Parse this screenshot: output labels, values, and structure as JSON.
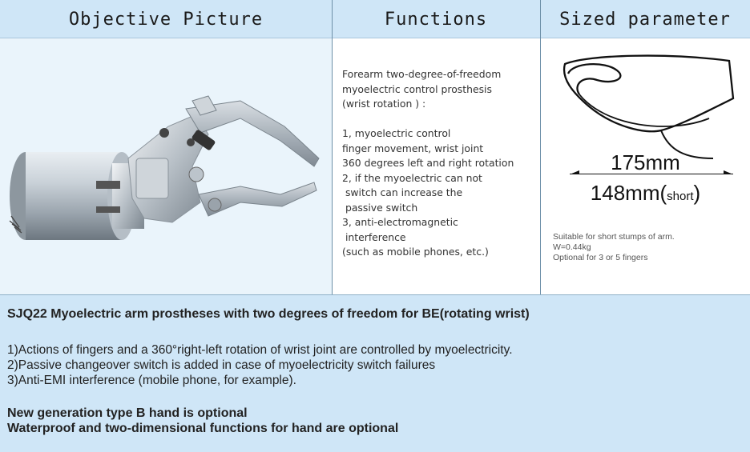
{
  "header": {
    "col1": "Objective Picture",
    "col2": "Functions",
    "col3": "Sized parameter"
  },
  "functions": {
    "text": "Forearm two-degree-of-freedom\nmyoelectric control prosthesis\n(wrist rotation ) :\n\n1, myoelectric control\nfinger movement, wrist joint\n360 degrees left and right rotation\n2, if the myoelectric can not\n switch can increase the\n passive switch\n3, anti-electromagnetic\n interference\n(such as mobile phones, etc.)"
  },
  "size": {
    "length_long": "175mm",
    "length_short": "148mm(",
    "short_label": "short",
    "close_paren": ")",
    "notes": [
      "Suitable for short stumps of arm.",
      "W=0.44kg",
      "Optional for 3 or 5 fingers"
    ]
  },
  "bottom": {
    "title": "SJQ22 Myoelectric arm prostheses with two degrees of freedom for BE(rotating wrist)",
    "items": [
      "1)Actions of fingers and a 360°right-left rotation of wrist joint are controlled by myoelectricity.",
      "2)Passive changeover switch is added in case of myoelectricity switch failures",
      "3)Anti-EMI interference (mobile phone, for example)."
    ],
    "bold_lines": [
      "New generation type B hand is optional",
      "Waterproof and two-dimensional functions for hand are optional"
    ]
  },
  "colors": {
    "header_bg": "#cfe6f7",
    "picture_bg": "#eaf4fb",
    "bottom_bg": "#cfe6f7"
  }
}
